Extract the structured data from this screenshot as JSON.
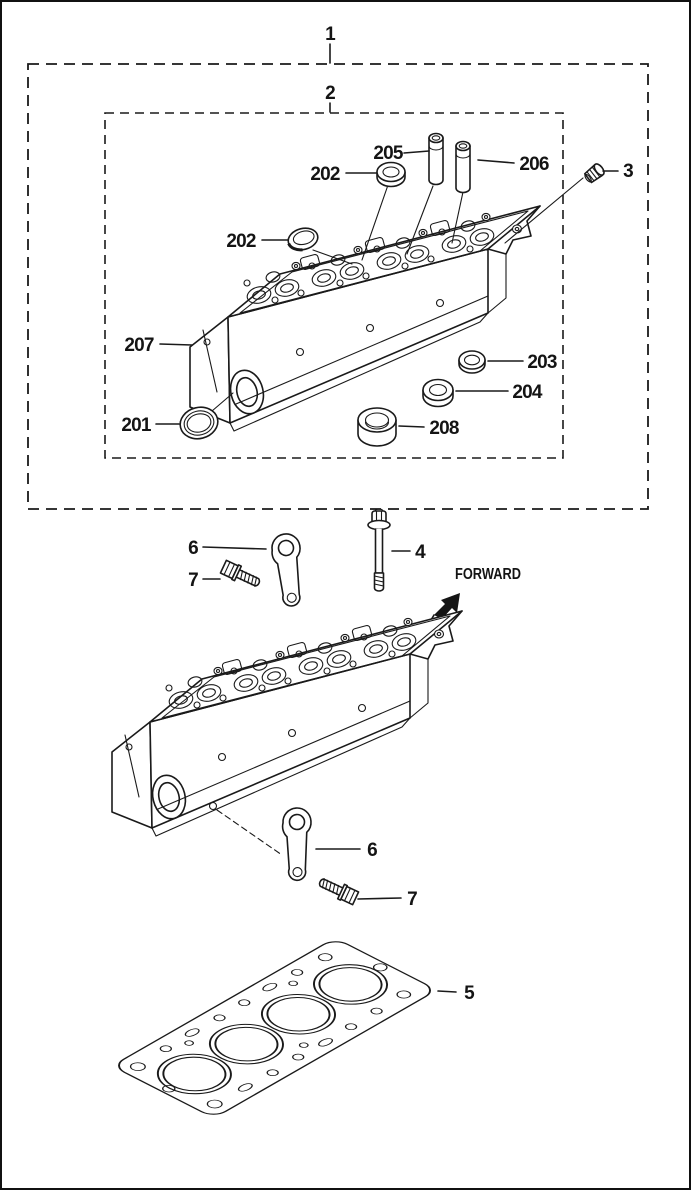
{
  "figure_type": "parts-catalog-exploded-diagram",
  "subject": "engine cylinder head assembly",
  "colors": {
    "ink": "#1a1a1a",
    "paper": "#ffffff"
  },
  "callouts": {
    "assembly_group": "1",
    "subassembly_group": "2",
    "taper_plug": "3",
    "head_bolt": "4",
    "head_gasket": "5",
    "engine_hanger": "6",
    "hanger_bolt": "7",
    "oil_seal": "201",
    "sealing_cap": "202",
    "seal_small": "203",
    "seal_medium": "204",
    "valve_guide_a": "205",
    "valve_guide_b": "206",
    "cylinder_head": "207",
    "bushing": "208"
  },
  "annotations": {
    "forward": "FORWARD"
  }
}
